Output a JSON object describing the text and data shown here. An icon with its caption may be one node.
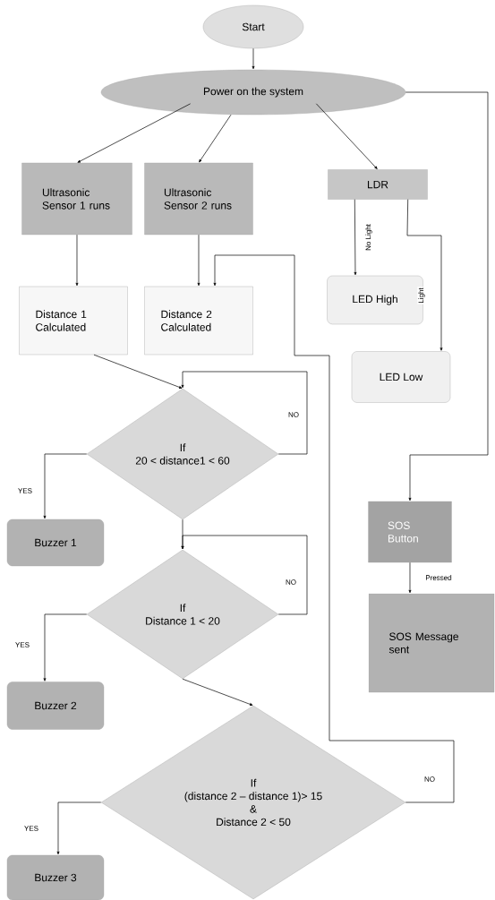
{
  "diagram": {
    "nodes": [
      {
        "text": [
          "Start"
        ]
      },
      {
        "text": [
          "Power on the system"
        ]
      },
      {
        "text": [
          "Ultrasonic Sensor 1 runs"
        ]
      },
      {
        "text": [
          "Ultrasonic Sensor 2 runs"
        ]
      },
      {
        "text": [
          "LDR"
        ]
      },
      {
        "text": [
          "Distance 1 Calculated"
        ]
      },
      {
        "text": [
          "Distance 2 Calculated"
        ]
      },
      {
        "text": [
          "LED High"
        ]
      },
      {
        "text": [
          "LED Low"
        ]
      },
      {
        "text": [
          "If",
          "20 < distance1 < 60"
        ]
      },
      {
        "text": [
          "Buzzer 1"
        ]
      },
      {
        "text": [
          "SOS Button"
        ]
      },
      {
        "text": [
          "If",
          "Distance 1 < 20"
        ]
      },
      {
        "text": [
          "SOS Message sent"
        ]
      },
      {
        "text": [
          "Buzzer 2"
        ]
      },
      {
        "text": [
          "If",
          "(distance 2 – distance 1)> 15",
          "&",
          "Distance 2 < 50"
        ]
      },
      {
        "text": [
          "Buzzer 3"
        ]
      }
    ],
    "edges": [
      {
        "from": 0,
        "to": 1,
        "arrow": "to"
      },
      {
        "from": 1,
        "to": 2,
        "arrow": "to"
      },
      {
        "from": 1,
        "to": 3,
        "arrow": "to"
      },
      {
        "from": 1,
        "to": 4,
        "arrow": "to"
      },
      {
        "from": 1,
        "to": 11,
        "arrow": "to"
      },
      {
        "from": 2,
        "to": 5,
        "arrow": "to"
      },
      {
        "from": 3,
        "to": 6,
        "arrow": "to"
      },
      {
        "from": 4,
        "to": 7,
        "arrow": "to",
        "label": "No Light"
      },
      {
        "from": 4,
        "to": 8,
        "arrow": "to",
        "label": "Light"
      },
      {
        "from": 5,
        "to": 9,
        "arrow": "to"
      },
      {
        "from": 9,
        "to": 10,
        "arrow": "to",
        "label": "YES"
      },
      {
        "from": 9,
        "to": 9,
        "arrow": "to",
        "label": "NO"
      },
      {
        "from": 9,
        "to": 12,
        "arrow": "to"
      },
      {
        "from": 11,
        "to": 13,
        "arrow": "to",
        "label": "Pressed"
      },
      {
        "from": 12,
        "to": 14,
        "arrow": "to",
        "label": "YES"
      },
      {
        "from": 12,
        "to": 12,
        "arrow": "to",
        "label": "NO"
      },
      {
        "from": 12,
        "to": 15,
        "arrow": "to"
      },
      {
        "from": 15,
        "to": 16,
        "arrow": "to",
        "label": "YES"
      },
      {
        "from": 15,
        "to": 6,
        "arrow": "to",
        "label": "NO"
      }
    ]
  }
}
